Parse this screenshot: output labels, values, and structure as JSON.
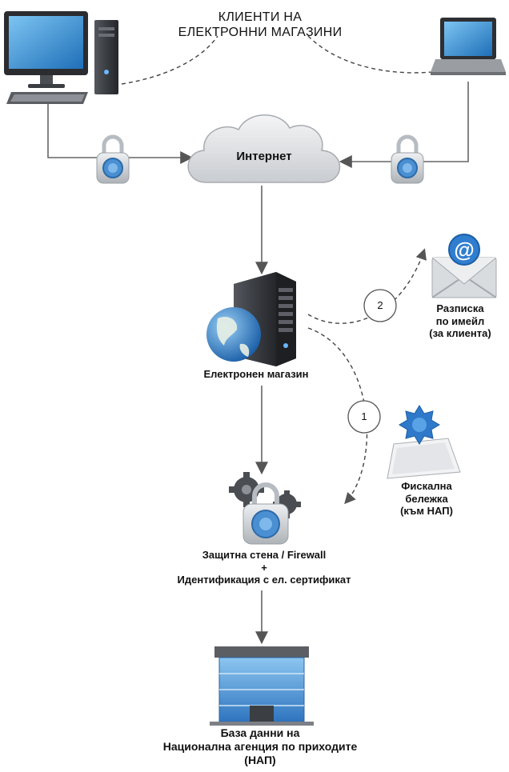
{
  "labels": {
    "clients": [
      "КЛИЕНТИ НА",
      "ЕЛЕКТРОННИ МАГАЗИНИ"
    ],
    "internet": "Интернет",
    "shop": "Електронен магазин",
    "receipt": [
      "Разписка",
      "по имейл",
      "(за клиента)"
    ],
    "fiscal": [
      "Фискална",
      "бележка",
      "(към НАП)"
    ],
    "firewall": [
      "Защитна стена / Firewall",
      "+",
      "Идентификация с ел. сертификат"
    ],
    "database": [
      "База данни на",
      "Национална агенция по приходите",
      "(НАП)"
    ],
    "step1": "1",
    "step2": "2"
  },
  "icons": {
    "desktop": "desktop-computer-icon",
    "laptop": "laptop-icon",
    "padlock": "padlock-icon",
    "cloud": "cloud-icon",
    "server": "server-icon",
    "globe": "globe-icon",
    "email": "email-envelope-icon",
    "certificate": "certificate-seal-icon",
    "gears": "gears-lock-icon",
    "building": "building-icon"
  },
  "colors": {
    "accent_blue": "#3d7fc4",
    "dark_gray": "#3a3d42",
    "line": "#555555"
  }
}
